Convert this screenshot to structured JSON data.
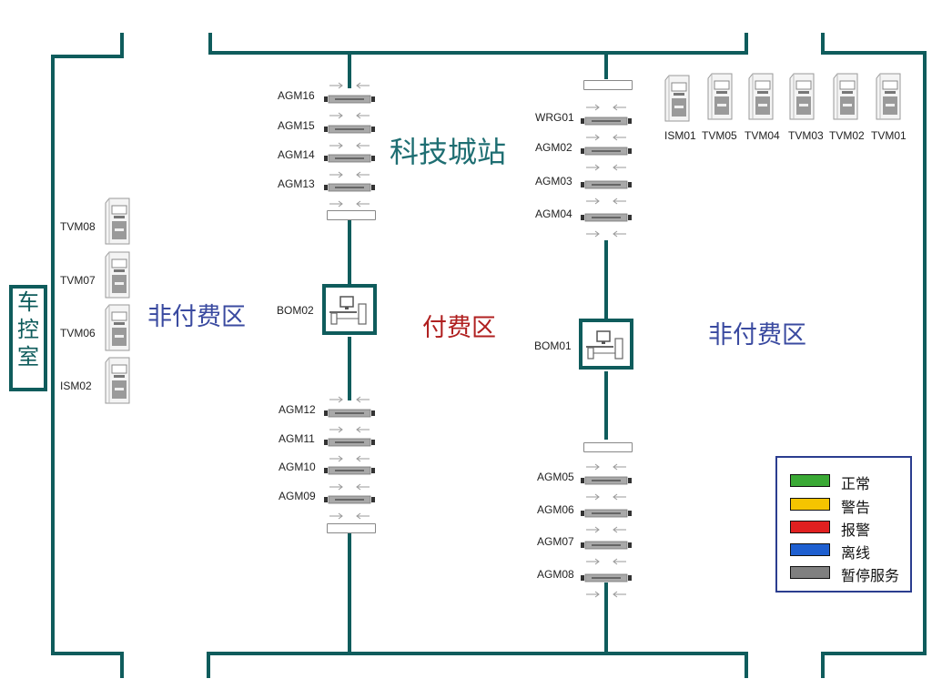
{
  "station": {
    "title": "科技城站",
    "control_room": [
      "车",
      "控",
      "室"
    ]
  },
  "zones": {
    "paid": "付费区",
    "unpaid_left": "非付费区",
    "unpaid_right": "非付费区"
  },
  "left_gates_top": [
    "AGM16",
    "AGM15",
    "AGM14",
    "AGM13"
  ],
  "left_gates_bottom": [
    "AGM12",
    "AGM11",
    "AGM10",
    "AGM09"
  ],
  "right_gates_top": [
    "WRG01",
    "AGM02",
    "AGM03",
    "AGM04"
  ],
  "right_gates_bottom": [
    "AGM05",
    "AGM06",
    "AGM07",
    "AGM08"
  ],
  "bom_left": "BOM02",
  "bom_right": "BOM01",
  "left_machines": [
    "TVM08",
    "TVM07",
    "TVM06",
    "ISM02"
  ],
  "right_machines": [
    "ISM01",
    "TVM05",
    "TVM04",
    "TVM03",
    "TVM02",
    "TVM01"
  ],
  "legend": [
    {
      "label": "正常",
      "color": "#3aa935"
    },
    {
      "label": "警告",
      "color": "#f5c400"
    },
    {
      "label": "报警",
      "color": "#e02020"
    },
    {
      "label": "离线",
      "color": "#1e5fd0"
    },
    {
      "label": "暂停服务",
      "color": "#808080"
    }
  ],
  "colors": {
    "wall": "#0f5c5c",
    "title": "#1e6e72",
    "unpaid": "#3a4aa0",
    "paid": "#b02020"
  }
}
